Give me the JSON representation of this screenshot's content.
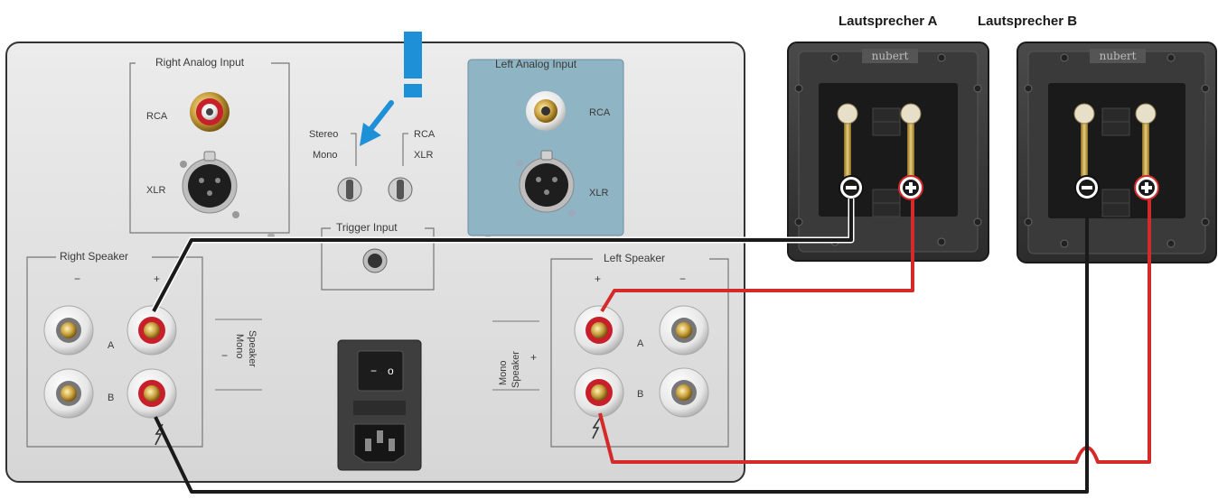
{
  "header": {
    "speaker_a": "Lautsprecher A",
    "speaker_b": "Lautsprecher B"
  },
  "panel": {
    "right_analog_input": "Right Analog Input",
    "left_analog_input": "Left Analog Input",
    "rca": "RCA",
    "xlr": "XLR",
    "stereo": "Stereo",
    "mono": "Mono",
    "trigger_input": "Trigger Input",
    "right_speaker": "Right Speaker",
    "left_speaker": "Left Speaker",
    "mono_speaker_line1": "Mono",
    "mono_speaker_line2": "Speaker",
    "row_a": "A",
    "row_b": "B",
    "plus": "+",
    "minus": "−",
    "power_on": "−",
    "power_off": "o"
  },
  "speaker_brand": "nubert",
  "colors": {
    "positive_cable": "#d42a2a",
    "negative_cable": "#1a1a1a",
    "left_input_highlight": "#8fb4c4",
    "attention_marker": "#1e90d8",
    "panel": "#e3e3e3"
  }
}
